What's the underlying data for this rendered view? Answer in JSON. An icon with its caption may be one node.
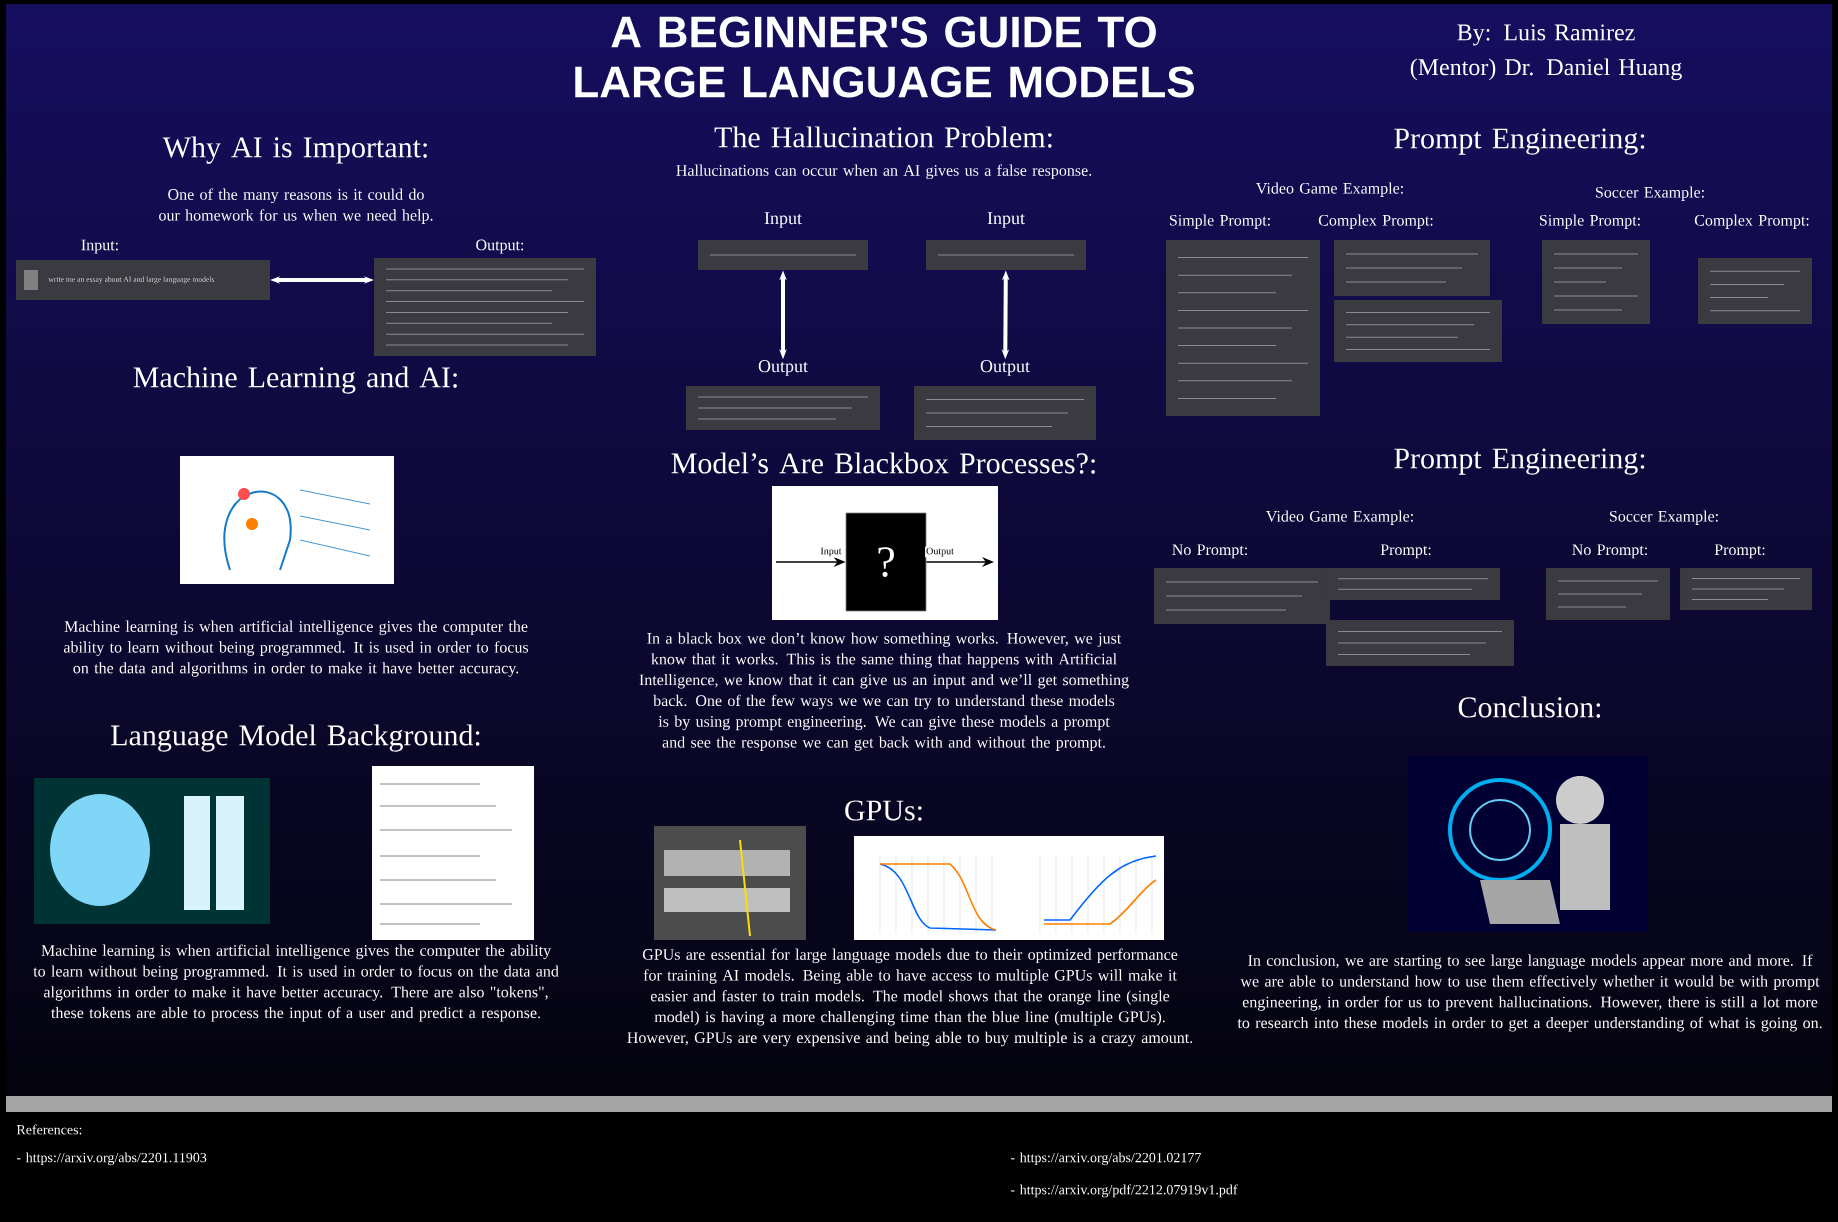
{
  "diagram": {
    "title": "A BEGINNER'S GUIDE TO LARGE LANGUAGE MODELS",
    "nodes": [
      {
        "text": [
          "Input:",
          "write me an essay about AI and large language models"
        ]
      },
      {
        "text": [
          "Output:"
        ]
      },
      {
        "text": [
          "Input"
        ]
      },
      {
        "text": [
          "Input"
        ]
      },
      {
        "text": [
          "Output"
        ]
      },
      {
        "text": [
          "Output"
        ]
      },
      {
        "text": [
          "?"
        ]
      }
    ],
    "edges": [
      {
        "from": 0,
        "to": 1,
        "arrow": "both"
      },
      {
        "from": 2,
        "to": 4,
        "arrow": "both"
      },
      {
        "from": 3,
        "to": 5,
        "arrow": "both"
      },
      {
        "from": null,
        "to": 6,
        "arrow": "to",
        "label": "Input",
        "color": "#000000"
      },
      {
        "from": 6,
        "to": null,
        "arrow": "to",
        "label": "Output",
        "color": "#000000"
      }
    ],
    "labels": [
      "By: Luis Ramirez",
      "(Mentor) Dr. Daniel Huang",
      "Why AI is Important:",
      "One of the many reasons is it could do our homework for us when we need help.",
      "Machine Learning and AI:",
      "Machine learning is when artificial intelligence gives the computer the ability to learn without being programmed. It is used in order to focus on the data and algorithms in order to make it have better accuracy.",
      "Language Model Background:",
      "Machine learning is when artificial intelligence gives the computer the ability to learn without being programmed. It is used in order to focus on the data and algorithms in order to make it have better accuracy. There are also \"tokens\", these tokens are able to process the input of a user and predict a response.",
      "The Hallucination Problem:",
      "Hallucinations can occur when an AI gives us a false response.",
      "Model’s Are Blackbox Processes?:",
      "In a black box we don’t know how something works. However, we just know that it works. This is the same thing that happens with Artificial Intelligence, we know that it can give us an input and we’ll get something back. One of the few ways we we can try to understand these models is by using prompt engineering. We can give these models a prompt and see the response we can get back with and without the prompt.",
      "GPUs:",
      "GPUs are essential for large language models due to their optimized performance for training AI models. Being able to have access to multiple GPUs will make it easier and faster to train models. The model shows that the orange line (single model) is having a more challenging time than the blue line (multiple GPUs). However, GPUs are very expensive and being able to buy multiple is a crazy amount.",
      "Prompt Engineering:",
      "Video Game Example:",
      "Simple Prompt:",
      "Complex Prompt:",
      "Soccer Example:",
      "Simple Prompt:",
      "Complex Prompt:",
      "Prompt Engineering:",
      "Video Game Example:",
      "No Prompt:",
      "Prompt:",
      "Soccer Example:",
      "No Prompt:",
      "Prompt:",
      "Conclusion:",
      "In conclusion, we are starting to see large language models appear more and more. If we are able to understand how to use them effectively whether it would be with prompt engineering, in order for us to prevent hallucinations. However, there is still a lot more to research into these models in order to get a deeper understanding of what is going on.",
      "References:",
      "- https://arxiv.org/abs/2201.11903",
      "- https://arxiv.org/abs/2201.02177",
      "- https://arxiv.org/pdf/2212.07919v1.pdf"
    ]
  }
}
